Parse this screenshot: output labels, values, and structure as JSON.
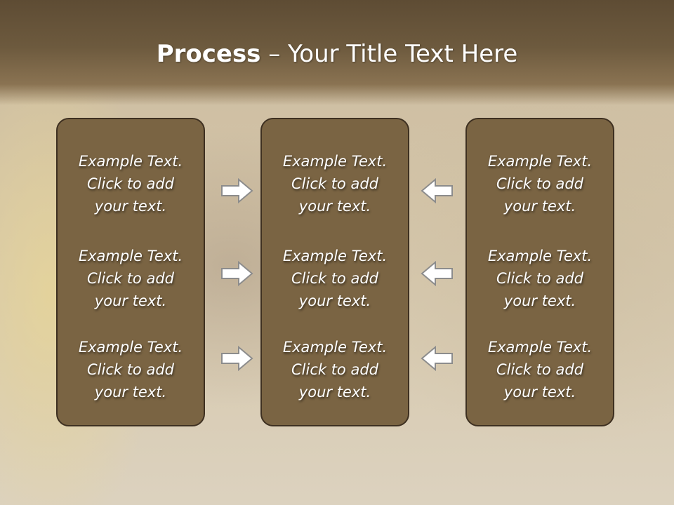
{
  "slide": {
    "title_bold": "Process",
    "title_rest": " – Your Title Text Here"
  },
  "columns": [
    {
      "items": [
        {
          "line1": "Example Text.",
          "line2": "Click  to add",
          "line3": "your text."
        },
        {
          "line1": "Example Text.",
          "line2": "Click  to add",
          "line3": "your text."
        },
        {
          "line1": "Example Text.",
          "line2": "Click  to add",
          "line3": "your text."
        }
      ]
    },
    {
      "items": [
        {
          "line1": "Example Text.",
          "line2": "Click  to add",
          "line3": "your text."
        },
        {
          "line1": "Example Text.",
          "line2": "Click  to add",
          "line3": "your text."
        },
        {
          "line1": "Example Text.",
          "line2": "Click  to add",
          "line3": "your text."
        }
      ]
    },
    {
      "items": [
        {
          "line1": "Example Text.",
          "line2": "Click  to add",
          "line3": "your text."
        },
        {
          "line1": "Example Text.",
          "line2": "Click  to add",
          "line3": "your text."
        },
        {
          "line1": "Example Text.",
          "line2": "Click  to add",
          "line3": "your text."
        }
      ]
    }
  ],
  "arrows": {
    "left_group": "right-arrow-icon",
    "right_group": "left-arrow-icon",
    "fill": "#ffffff",
    "stroke": "#8c8c8c"
  },
  "colors": {
    "box_fill": "#7a6443",
    "box_border": "#3e3021",
    "header": "#6d5a3e"
  }
}
